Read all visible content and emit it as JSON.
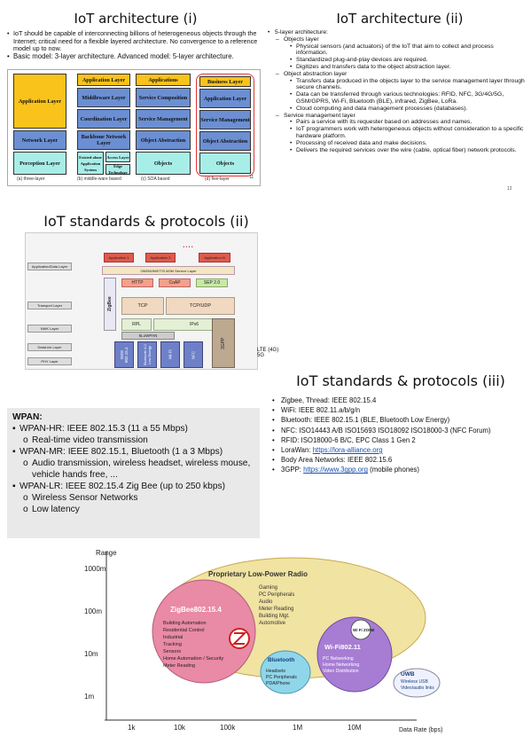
{
  "slide1": {
    "title": "IoT architecture (i)",
    "bullets": [
      "IoT should be capable of interconnecting billions of heterogeneous objects through the Internet; critical need for a flexible layered architecture. No convergence to a reference model up to now.",
      "Basic model: 3-layer architecture. Advanced model: 5-layer architecture."
    ],
    "col_a": [
      "Application Layer",
      "Network Layer",
      "Perception Layer"
    ],
    "col_b": [
      "Application Layer",
      "Middleware Layer",
      "Coordination Layer",
      "Backbone Network Layer",
      "Existed alone Application System",
      "Access Layer",
      "Edge Technology"
    ],
    "col_c": [
      "Applications",
      "Service Composition",
      "Service Management",
      "Object Abstraction",
      "Objects"
    ],
    "col_d": [
      "Business Layer",
      "Application Layer",
      "Service Management",
      "Object Abstraction",
      "Objects"
    ],
    "captions": [
      "(a) three-layer",
      "(b) middle-ware based",
      "(c) SOA based",
      "(d) five-layer"
    ],
    "page": "11"
  },
  "slide2": {
    "title": "IoT architecture (ii)",
    "items": [
      {
        "lvl": 1,
        "text": "5-layer architecture:"
      },
      {
        "lvl": 2,
        "text": "Objects layer"
      },
      {
        "lvl": 3,
        "text": "Physical sensors (and actuators) of the IoT that aim to collect and process information."
      },
      {
        "lvl": 3,
        "text": "Standardized plug-and-play devices are required."
      },
      {
        "lvl": 3,
        "text": "Digitizes and transfers data to the object abstraction layer."
      },
      {
        "lvl": 2,
        "text": "Object abstraction layer"
      },
      {
        "lvl": 3,
        "text": "Transfers data produced in the objects layer to the service management layer through secure channels."
      },
      {
        "lvl": 3,
        "text": "Data can be transferred through various technologies: RFID, NFC, 3G/4G/5G, GSM/GPRS, Wi-Fi, Bluetooth (BLE), infrared, ZigBee, LoRa."
      },
      {
        "lvl": 3,
        "text": "Cloud computing and data management processes (databases)."
      },
      {
        "lvl": 2,
        "text": "Service management layer"
      },
      {
        "lvl": 3,
        "text": "Pairs a service with its requester based on addresses and names."
      },
      {
        "lvl": 3,
        "text": "IoT programmers work with heterogeneous objects without consideration to a specific hardware platform."
      },
      {
        "lvl": 3,
        "text": "Processing of received data and make decisions."
      },
      {
        "lvl": 3,
        "text": "Delivers the required services over the wire (cable, optical fiber) network protocols."
      }
    ],
    "page": "12"
  },
  "slide3": {
    "title": "IoT standards & protocols (ii)",
    "stack": {
      "app1": "Application 1",
      "app2": "Application 2",
      "app3": "Application N",
      "dots": "• • • •",
      "appl": "Application/Data Layer",
      "onem2m": "ONEM2M/ETSI M2M Service Layer",
      "http": "HTTP",
      "coap": "CoAP",
      "sep": "SEP 2.0",
      "transport": "Transport Layer",
      "zigbee": "ZigBee",
      "tcp": "TCP",
      "tcpudp": "TCP/UDP",
      "nwk": "NWK Layer",
      "rpl": "RPL",
      "ipv6": "IPv6",
      "lowpan": "6LoWPAN",
      "datalink": "DataLink Layer",
      "ieee": "IEEE 802.15.4",
      "bt": "Bluetooth 4.0 Low Energy",
      "wifi": "Wi-Fi",
      "nfc": "NFC",
      "gpp": "3GPP",
      "phy": "PHY Layer"
    },
    "lte": "LTE (4G) 5G"
  },
  "wpan": {
    "head": "WPAN:",
    "lines": [
      {
        "t": "a",
        "text": "WPAN-HR: IEEE 802.15.3 (11 a 55 Mbps)"
      },
      {
        "t": "s",
        "text": "Real-time video transmission"
      },
      {
        "t": "a",
        "text": "WPAN-MR: IEEE 802.15.1, Bluetooth (1 a 3 Mbps)"
      },
      {
        "t": "s",
        "text": "Audio transmission, wireless headset, wireless mouse, vehicle hands free, ..."
      },
      {
        "t": "a",
        "text": "WPAN-LR: IEEE 802.15.4 Zig Bee (up to 250 kbps)"
      },
      {
        "t": "s",
        "text": "Wireless Sensor Networks"
      },
      {
        "t": "s",
        "text": "Low latency"
      }
    ]
  },
  "slide4": {
    "title": "IoT standards & protocols (iii)",
    "items": [
      {
        "text": "Zigbee, Thread: IEEE 802.15.4"
      },
      {
        "text": "WiFi: IEEE 802.11.a/b/g/n"
      },
      {
        "text": "Bluetooth: IEEE 802.15.1 (BLE, Bluetooth Low Energy)"
      },
      {
        "text": "NFC: ISO14443 A/B ISO15693 ISO18092 ISO18000-3 (NFC Forum)"
      },
      {
        "text": "RFID: ISO18000-6 B/C, EPC Class 1 Gen 2"
      },
      {
        "text": "LoraWan: ",
        "link": "https://lora-alliance.org"
      },
      {
        "text": "Body Area Networks: IEEE 802.15.6"
      },
      {
        "text": "3GPP: ",
        "link": "https://www.3gpp.org",
        "after": " (mobile phones)"
      }
    ]
  },
  "chart_data": {
    "type": "bubble",
    "ylabel": "Range",
    "xlabel": "Data Rate (bps)",
    "yticks": [
      "1m",
      "10m",
      "100m",
      "1000m"
    ],
    "xticks": [
      "1k",
      "10k",
      "100k",
      "1M",
      "10M"
    ],
    "proprietary": {
      "title": "Proprietary Low-Power Radio",
      "items": [
        "Gaming",
        "PC Peripherals",
        "Audio",
        "Meter Reading",
        "Building Mgt.",
        "Automotive"
      ]
    },
    "zigbee": {
      "name": "ZigBee802.15.4",
      "items": [
        "Building Automation",
        "Residential Control",
        "Industrial",
        "Tracking",
        "Sensors",
        "Home Automation / Security",
        "Meter Reading"
      ]
    },
    "bluetooth": {
      "name": "Bluetooth",
      "items": [
        "Headsets",
        "PC Peripherals",
        "PDA/Phone"
      ]
    },
    "wifi": {
      "name": "Wi-Fi802.11",
      "logo": "Wi Fi ZONE",
      "items": [
        "PC Networking",
        "Home Networking",
        "Video Distribution"
      ]
    },
    "uwb": {
      "name": "UWB",
      "items": [
        "Wireless USB",
        "Video/audio links"
      ]
    }
  }
}
